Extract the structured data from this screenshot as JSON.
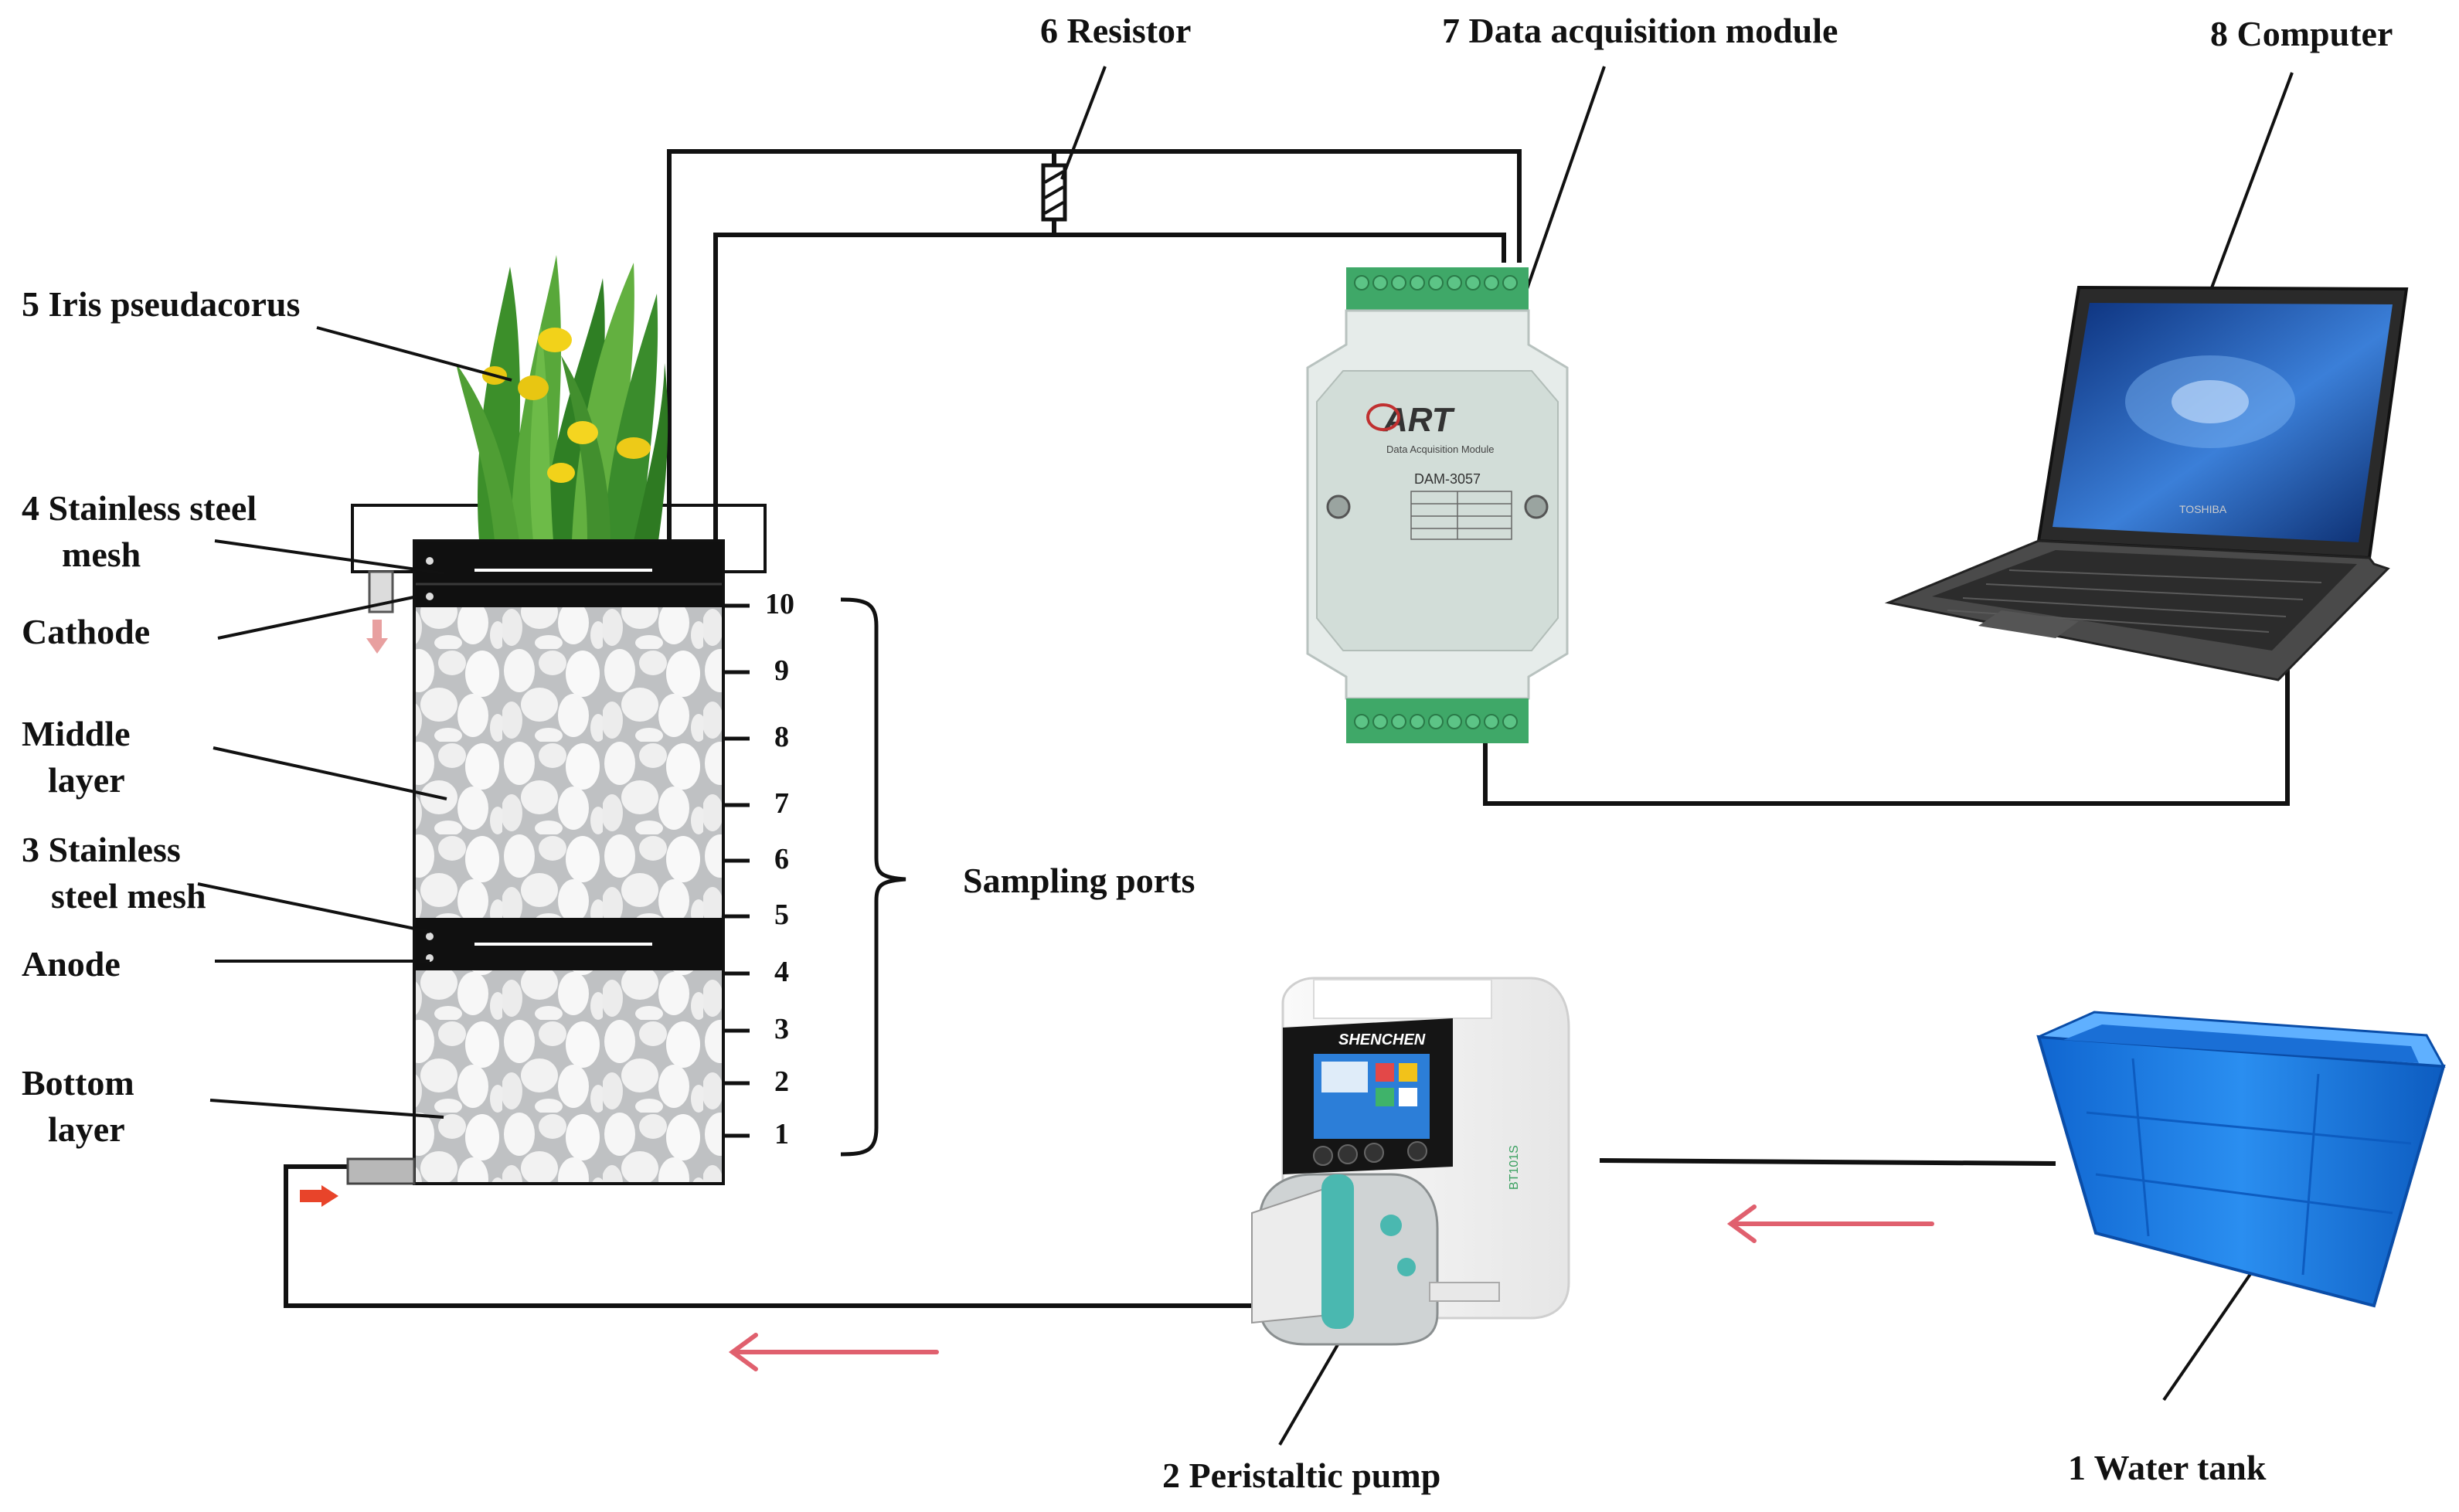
{
  "labels": {
    "resistor": "6  Resistor",
    "daq": "7 Data acquisition module",
    "computer": "8 Computer",
    "iris": "5 Iris pseudacorus",
    "mesh4_line1": "4 Stainless steel",
    "mesh4_line2": "mesh",
    "cathode": "Cathode",
    "middle_line1": "Middle",
    "middle_line2": "layer",
    "mesh3_line1": "3 Stainless",
    "mesh3_line2": "steel mesh",
    "anode": "Anode",
    "bottom_line1": "Bottom",
    "bottom_line2": "layer",
    "sampling": "Sampling ports",
    "pump": "2 Peristaltic pump",
    "tank": "1 Water tank"
  },
  "sampling_ports": [
    "10",
    "9",
    "8",
    "7",
    "6",
    "5",
    "4",
    "3",
    "2",
    "1"
  ],
  "daq_device": {
    "brand": "ART",
    "subtitle": "Data Acquisition Module",
    "model": "DAM-3057"
  },
  "laptop_brand": "TOSHIBA",
  "pump_brand": "SHENCHEN",
  "colors": {
    "flow_arrow": "#e0606e",
    "inlet_arrow": "#e8442a",
    "outlet_arrow": "#e8a0a0",
    "tank_blue": "#1a78e0",
    "daq_body": "#e6ecea",
    "terminal_green": "#3fa868",
    "pump_teal": "#4ab8b0"
  }
}
